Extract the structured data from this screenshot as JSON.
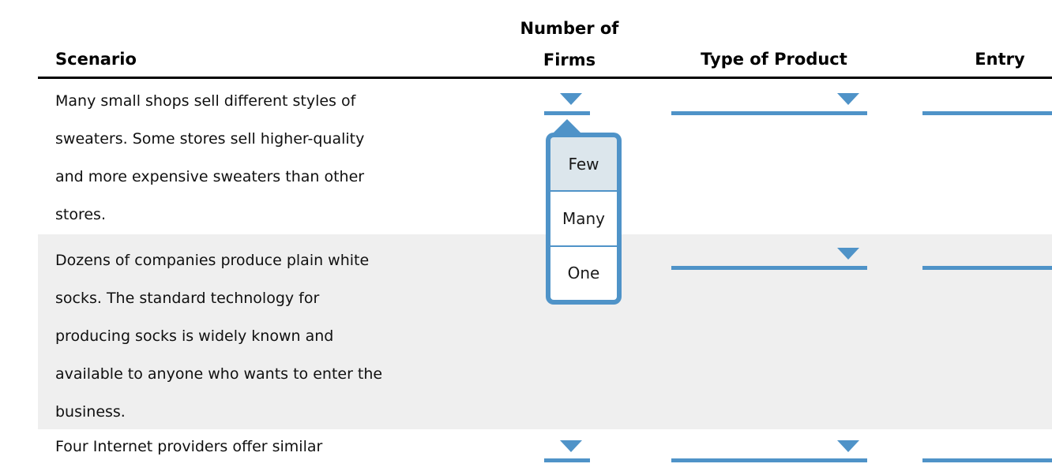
{
  "header": {
    "scenario": "Scenario",
    "firms_line1": "Number of",
    "firms_line2": "Firms",
    "product": "Type of Product",
    "entry": "Entry"
  },
  "rows": [
    {
      "scenario_lines": [
        "Many small shops sell different styles of",
        "sweaters. Some stores sell higher-quality",
        "and more expensive sweaters than other",
        "stores."
      ]
    },
    {
      "scenario_lines": [
        "Dozens of companies produce plain white",
        "socks. The standard technology for",
        "producing socks is widely known and",
        "available to anyone who wants to enter the",
        "business."
      ]
    },
    {
      "scenario_lines": [
        "Four Internet providers offer similar"
      ]
    }
  ],
  "dropdown": {
    "options": [
      "Few",
      "Many",
      "One"
    ],
    "highlighted_option": "Few",
    "open_for": "row-1-number-of-firms"
  },
  "colors": {
    "accent_blue": "#4f93c8",
    "row_stripe_gray": "#efefef",
    "option_highlight": "#dce6ec",
    "header_rule": "#000000"
  }
}
